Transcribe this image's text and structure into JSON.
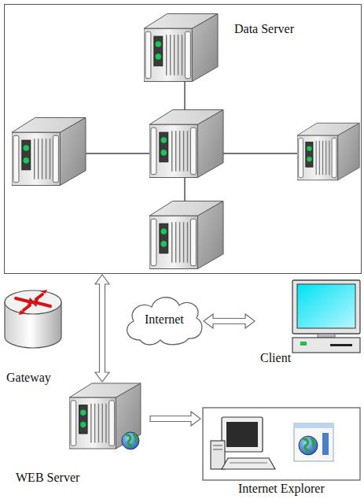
{
  "diagram": {
    "nodes": [
      {
        "text": [
          "Data Server"
        ]
      },
      {
        "text": [
          "Internet"
        ]
      },
      {
        "text": [
          "Client"
        ]
      },
      {
        "text": [
          "Gateway"
        ]
      },
      {
        "text": [
          "WEB Server"
        ]
      },
      {
        "text": [
          "Internet Explorer"
        ]
      }
    ],
    "edges": [
      {
        "from": 0,
        "to": 4,
        "arrow": "both"
      },
      {
        "from": 1,
        "to": 2,
        "arrow": "both"
      },
      {
        "from": 4,
        "to": 5,
        "arrow": "to"
      }
    ]
  }
}
